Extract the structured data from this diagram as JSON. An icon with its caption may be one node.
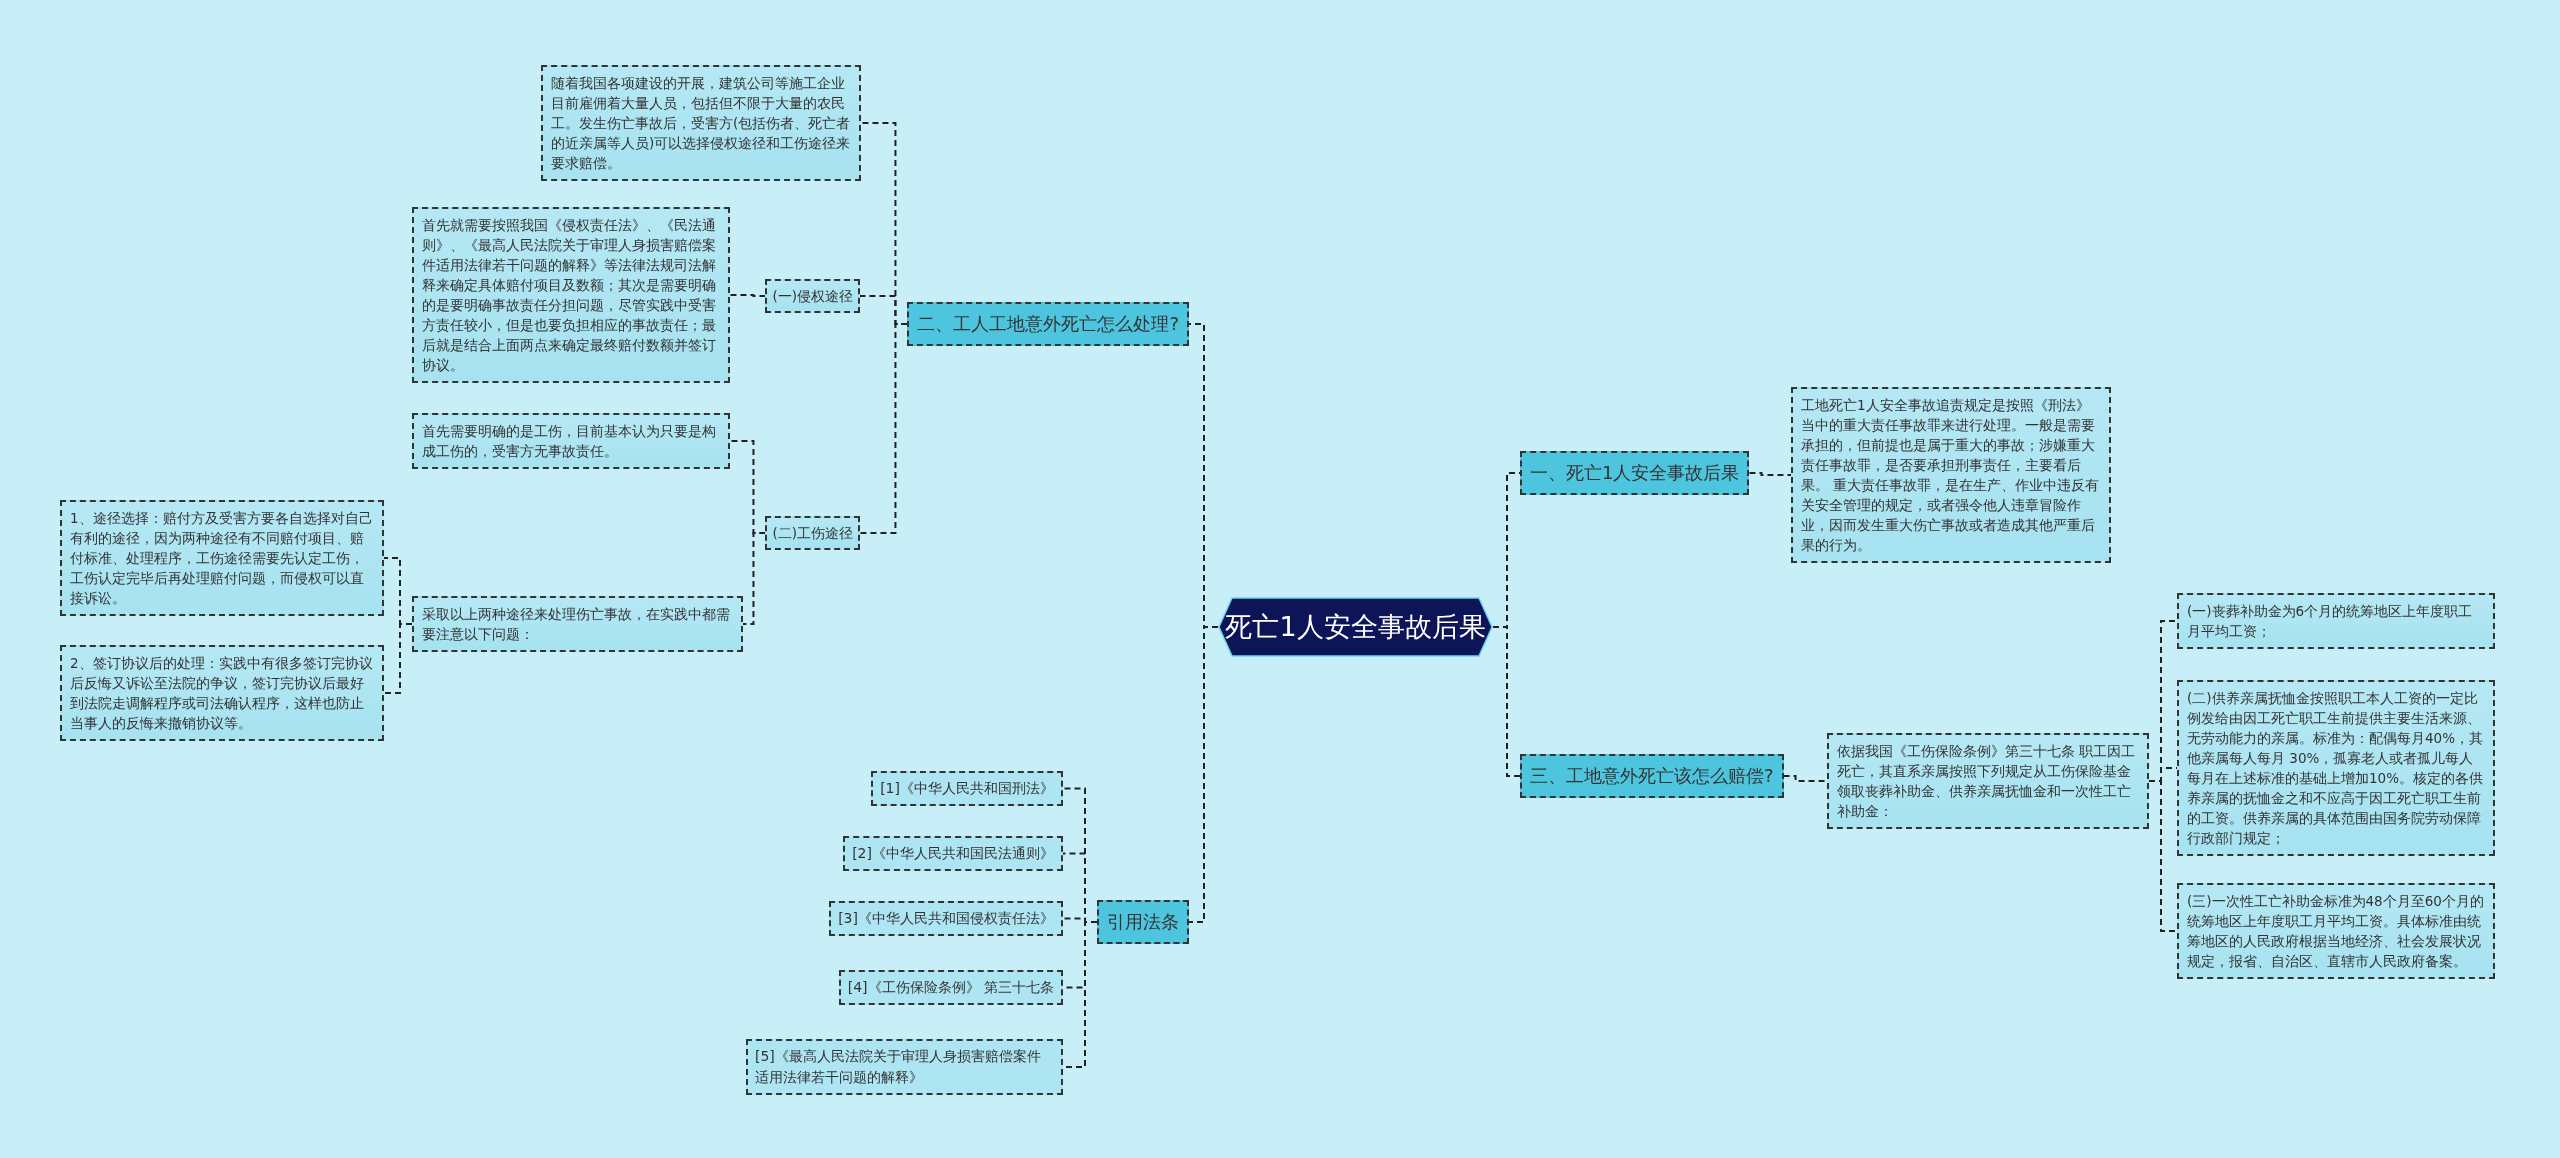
{
  "diagram": {
    "nodes": [
      {
        "text": [
          "死亡1人安全事故后果"
        ]
      },
      {
        "text": [
          "二、工人工地意外死亡怎么处理?"
        ]
      },
      {
        "text": [
          "随着我国各项建设的开展，建筑公司等施工企业目前雇佣着大量人员，包括但不限于大量的农民工。发生伤亡事故后，受害方(包括伤者、死亡者的近亲属等人员)可以选择侵权途径和工伤途径来要求赔偿。"
        ]
      },
      {
        "text": [
          "(一)侵权途径"
        ]
      },
      {
        "text": [
          "首先就需要按照我国《侵权责任法》、《民法通则》、《最高人民法院关于审理人身损害赔偿案件适用法律若干问题的解释》等法律法规司法解释来确定具体赔付项目及数额；其次是需要明确的是要明确事故责任分担问题，尽管实践中受害方责任较小，但是也要负担相应的事故责任；最后就是结合上面两点来确定最终赔付数额并签订协议。"
        ]
      },
      {
        "text": [
          "(二)工伤途径"
        ]
      },
      {
        "text": [
          "首先需要明确的是工伤，目前基本认为只要是构成工伤的，受害方无事故责任。"
        ]
      },
      {
        "text": [
          "采取以上两种途径来处理伤亡事故，在实践中都需要注意以下问题："
        ]
      },
      {
        "text": [
          "1、途径选择：赔付方及受害方要各自选择对自己有利的途径，因为两种途径有不同赔付项目、赔付标准、处理程序，工伤途径需要先认定工伤，工伤认定完毕后再处理赔付问题，而侵权可以直接诉讼。"
        ]
      },
      {
        "text": [
          "2、签订协议后的处理：实践中有很多签订完协议后反悔又诉讼至法院的争议，签订完协议后最好到法院走调解程序或司法确认程序，这样也防止当事人的反悔来撤销协议等。"
        ]
      },
      {
        "text": [
          "引用法条"
        ]
      },
      {
        "text": [
          "[1]《中华人民共和国刑法》"
        ]
      },
      {
        "text": [
          "[2]《中华人民共和国民法通则》"
        ]
      },
      {
        "text": [
          "[3]《中华人民共和国侵权责任法》"
        ]
      },
      {
        "text": [
          "[4]《工伤保险条例》 第三十七条"
        ]
      },
      {
        "text": [
          "[5]《最高人民法院关于审理人身损害赔偿案件适用法律若干问题的解释》"
        ]
      },
      {
        "text": [
          "一、死亡1人安全事故后果"
        ]
      },
      {
        "text": [
          "工地死亡1人安全事故追责规定是按照《刑法》当中的重大责任事故罪来进行处理。一般是需要承担的，但前提也是属于重大的事故；涉嫌重大责任事故罪，是否要承担刑事责任，主要看后果。 重大责任事故罪，是在生产、作业中违反有关安全管理的规定，或者强令他人违章冒险作业，因而发生重大伤亡事故或者造成其他严重后果的行为。"
        ]
      },
      {
        "text": [
          "三、工地意外死亡该怎么赔偿?"
        ]
      },
      {
        "text": [
          "依据我国《工伤保险条例》第三十七条 职工因工死亡，其直系亲属按照下列规定从工伤保险基金领取丧葬补助金、供养亲属抚恤金和一次性工亡补助金："
        ]
      },
      {
        "text": [
          "(一)丧葬补助金为6个月的统筹地区上年度职工月平均工资；"
        ]
      },
      {
        "text": [
          "(二)供养亲属抚恤金按照职工本人工资的一定比例发给由因工死亡职工生前提供主要生活来源、无劳动能力的亲属。标准为：配偶每月40%，其他亲属每人每月 30%，孤寡老人或者孤儿每人每月在上述标准的基础上增加10%。核定的各供养亲属的抚恤金之和不应高于因工死亡职工生前的工资。供养亲属的具体范围由国务院劳动保障行政部门规定；"
        ]
      },
      {
        "text": [
          "(三)一次性工亡补助金标准为48个月至60个月的统筹地区上年度职工月平均工资。具体标准由统筹地区的人民政府根据当地经济、社会发展状况规定，报省、自治区、直辖市人民政府备案。"
        ]
      }
    ],
    "edges": [
      {
        "from": 0,
        "to": 1,
        "arrow": "none"
      },
      {
        "from": 0,
        "to": 10,
        "arrow": "none"
      },
      {
        "from": 0,
        "to": 16,
        "arrow": "none"
      },
      {
        "from": 0,
        "to": 18,
        "arrow": "none"
      },
      {
        "from": 1,
        "to": 2,
        "arrow": "none"
      },
      {
        "from": 1,
        "to": 3,
        "arrow": "none"
      },
      {
        "from": 1,
        "to": 5,
        "arrow": "none"
      },
      {
        "from": 3,
        "to": 4,
        "arrow": "none"
      },
      {
        "from": 5,
        "to": 6,
        "arrow": "none"
      },
      {
        "from": 5,
        "to": 7,
        "arrow": "none"
      },
      {
        "from": 7,
        "to": 8,
        "arrow": "none"
      },
      {
        "from": 7,
        "to": 9,
        "arrow": "none"
      },
      {
        "from": 10,
        "to": 11,
        "arrow": "none"
      },
      {
        "from": 10,
        "to": 12,
        "arrow": "none"
      },
      {
        "from": 10,
        "to": 13,
        "arrow": "none"
      },
      {
        "from": 10,
        "to": 14,
        "arrow": "none"
      },
      {
        "from": 10,
        "to": 15,
        "arrow": "none"
      },
      {
        "from": 16,
        "to": 17,
        "arrow": "none"
      },
      {
        "from": 18,
        "to": 19,
        "arrow": "none"
      },
      {
        "from": 19,
        "to": 20,
        "arrow": "none"
      },
      {
        "from": 19,
        "to": 21,
        "arrow": "none"
      },
      {
        "from": 19,
        "to": 22,
        "arrow": "none"
      }
    ]
  }
}
